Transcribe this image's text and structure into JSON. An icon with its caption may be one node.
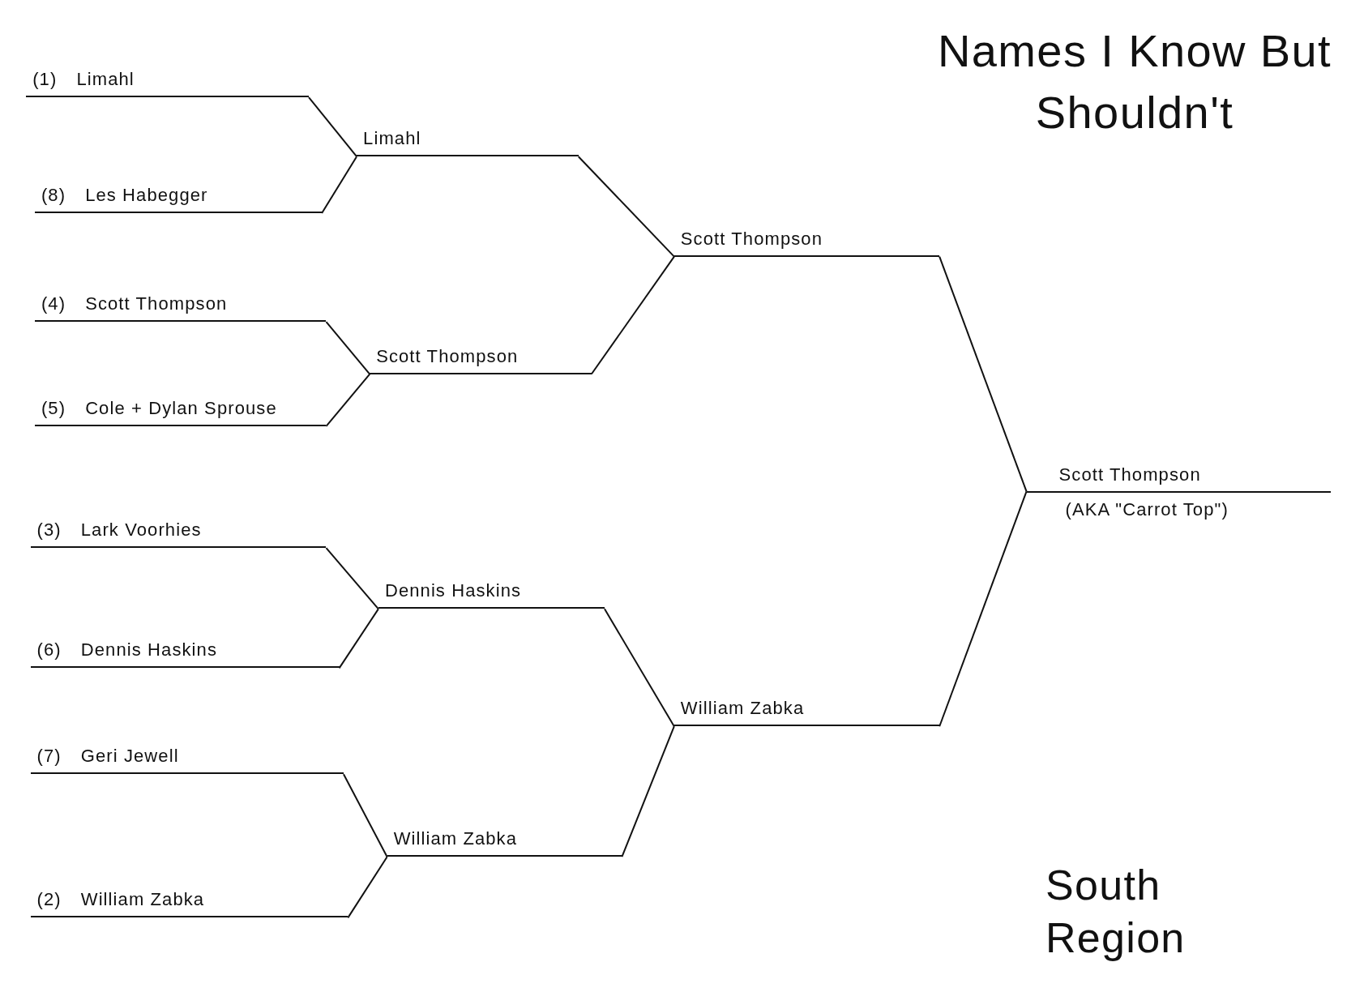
{
  "diagram": {
    "title": "Names I Know But Shouldn't",
    "nodes": [
      {
        "text": [
          "(1)",
          "Limahl"
        ]
      },
      {
        "text": [
          "(8)",
          "Les Habegger"
        ]
      },
      {
        "text": [
          "(4)",
          "Scott Thompson"
        ]
      },
      {
        "text": [
          "(5)",
          "Cole + Dylan Sprouse"
        ]
      },
      {
        "text": [
          "(3)",
          "Lark Voorhies"
        ]
      },
      {
        "text": [
          "(6)",
          "Dennis Haskins"
        ]
      },
      {
        "text": [
          "(7)",
          "Geri Jewell"
        ]
      },
      {
        "text": [
          "(2)",
          "William Zabka"
        ]
      },
      {
        "text": [
          "Limahl"
        ]
      },
      {
        "text": [
          "Scott Thompson"
        ]
      },
      {
        "text": [
          "Dennis Haskins"
        ]
      },
      {
        "text": [
          "William Zabka"
        ]
      },
      {
        "text": [
          "Scott Thompson"
        ]
      },
      {
        "text": [
          "William Zabka"
        ]
      },
      {
        "text": [
          "Scott Thompson",
          "(AKA \"Carrot Top\")"
        ]
      }
    ],
    "edges": [
      {
        "from": 0,
        "to": 8,
        "arrow": "none"
      },
      {
        "from": 1,
        "to": 8,
        "arrow": "none"
      },
      {
        "from": 2,
        "to": 9,
        "arrow": "none"
      },
      {
        "from": 3,
        "to": 9,
        "arrow": "none"
      },
      {
        "from": 4,
        "to": 10,
        "arrow": "none"
      },
      {
        "from": 5,
        "to": 10,
        "arrow": "none"
      },
      {
        "from": 6,
        "to": 11,
        "arrow": "none"
      },
      {
        "from": 7,
        "to": 11,
        "arrow": "none"
      },
      {
        "from": 8,
        "to": 12,
        "arrow": "none"
      },
      {
        "from": 9,
        "to": 12,
        "arrow": "none"
      },
      {
        "from": 10,
        "to": 13,
        "arrow": "none"
      },
      {
        "from": 11,
        "to": 13,
        "arrow": "none"
      },
      {
        "from": 12,
        "to": 14,
        "arrow": "none"
      },
      {
        "from": 13,
        "to": 14,
        "arrow": "none"
      }
    ],
    "labels": [
      "South Region"
    ]
  }
}
